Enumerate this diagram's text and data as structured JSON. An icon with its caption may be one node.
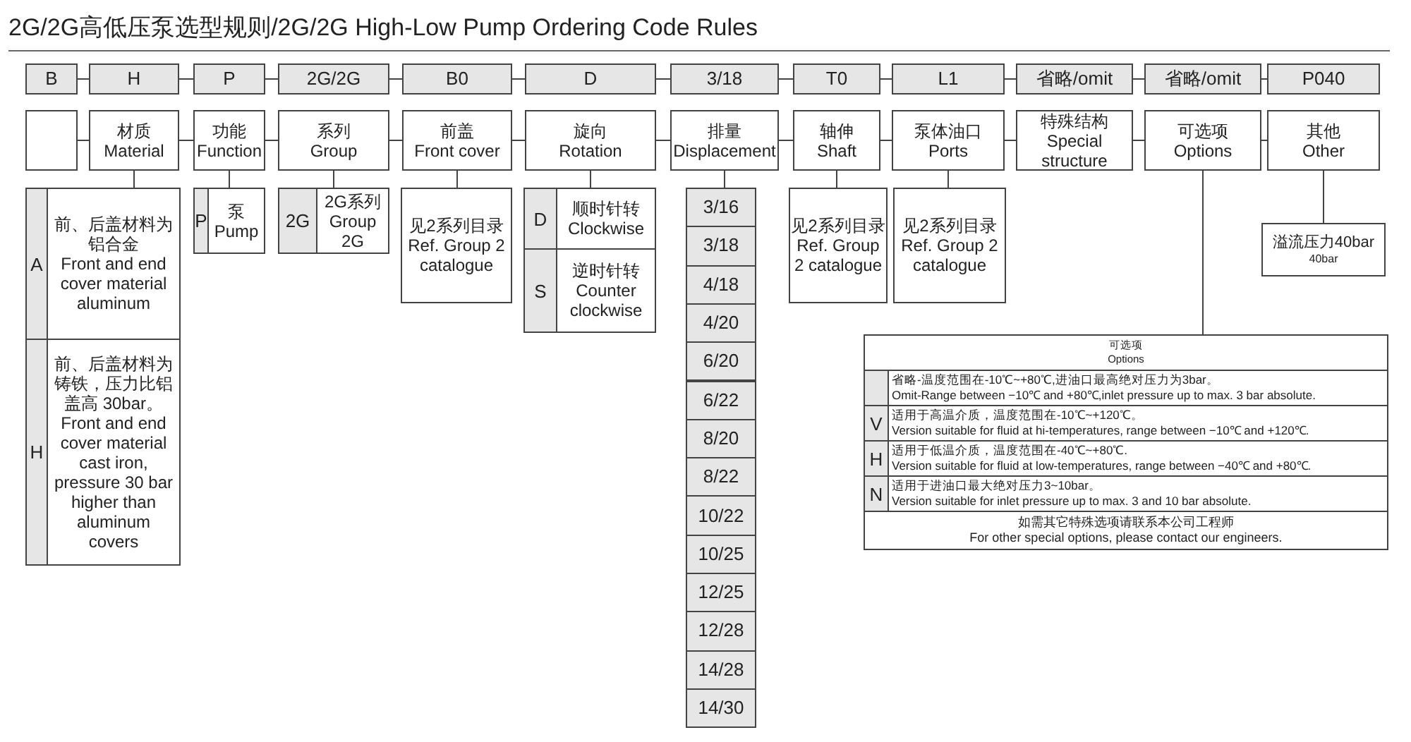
{
  "diagram": {
    "title": "2G/2G高低压泵选型规则/2G/2G High-Low Pump Ordering Code Rules",
    "nodes": [
      {
        "text": [
          "B"
        ]
      },
      {
        "text": [
          "H"
        ]
      },
      {
        "text": [
          "P"
        ]
      },
      {
        "text": [
          "2G/2G"
        ]
      },
      {
        "text": [
          "B0"
        ]
      },
      {
        "text": [
          "D"
        ]
      },
      {
        "text": [
          "3/18"
        ]
      },
      {
        "text": [
          "T0"
        ]
      },
      {
        "text": [
          "L1"
        ]
      },
      {
        "text": [
          "省略/omit"
        ]
      },
      {
        "text": [
          "省略/omit"
        ]
      },
      {
        "text": [
          "P040"
        ]
      },
      {
        "text": [],
        "shape": "box"
      },
      {
        "text": [
          "材质",
          "Material"
        ]
      },
      {
        "text": [
          "功能",
          "Function"
        ]
      },
      {
        "text": [
          "系列",
          "Group"
        ]
      },
      {
        "text": [
          "前盖",
          "Front cover"
        ]
      },
      {
        "text": [
          "旋向",
          "Rotation"
        ]
      },
      {
        "text": [
          "排量",
          "Displacement"
        ]
      },
      {
        "text": [
          "轴伸",
          "Shaft"
        ]
      },
      {
        "text": [
          "泵体油口",
          "Ports"
        ]
      },
      {
        "text": [
          "特殊结构",
          "Special structure"
        ]
      },
      {
        "text": [
          "可选项",
          "Options"
        ]
      },
      {
        "text": [
          "其他",
          "Other"
        ]
      },
      {
        "text": [
          "A",
          "前、后盖材料为铝合金",
          "Front and end cover material aluminum"
        ]
      },
      {
        "text": [
          "H",
          "前、后盖材料为铸铁，压力比铝盖高 30bar。",
          "Front and end cover material cast iron, pressure 30 bar higher than aluminum covers"
        ]
      },
      {
        "text": [
          "P",
          "泵",
          "Pump"
        ]
      },
      {
        "text": [
          "2G",
          "2G系列",
          "Group 2G"
        ]
      },
      {
        "text": [
          "见2系列目录",
          "Ref. Group 2 catalogue"
        ]
      },
      {
        "text": [
          "D",
          "顺时针转",
          "Clockwise"
        ]
      },
      {
        "text": [
          "S",
          "逆时针转",
          "Counter clockwise"
        ]
      },
      {
        "text": [
          "3/16"
        ]
      },
      {
        "text": [
          "3/18"
        ]
      },
      {
        "text": [
          "4/18"
        ]
      },
      {
        "text": [
          "4/20"
        ]
      },
      {
        "text": [
          "6/20"
        ]
      },
      {
        "text": [
          "6/22"
        ]
      },
      {
        "text": [
          "8/20"
        ]
      },
      {
        "text": [
          "8/22"
        ]
      },
      {
        "text": [
          "10/22"
        ]
      },
      {
        "text": [
          "10/25"
        ]
      },
      {
        "text": [
          "12/25"
        ]
      },
      {
        "text": [
          "12/28"
        ]
      },
      {
        "text": [
          "14/28"
        ]
      },
      {
        "text": [
          "14/30"
        ]
      },
      {
        "text": [
          "见2系列目录",
          "Ref. Group 2 catalogue"
        ]
      },
      {
        "text": [
          "见2系列目录",
          "Ref. Group 2 catalogue"
        ]
      },
      {
        "text": [
          "可选项",
          "Options",
          "如需其它特殊选项请联系本公司工程师",
          "For other special options, please contact our engineers."
        ]
      },
      {
        "text": [
          "省略-温度范围在-10℃~+80℃,进油口最高绝对压力为3bar。",
          "Omit-Range between −10℃ and +80℃,inlet pressure up to max. 3 bar absolute."
        ],
        "in": 47
      },
      {
        "text": [
          "V",
          "适用于高温介质，温度范围在-10℃~+120℃。",
          "Version suitable for fluid at hi-temperatures, range between −10℃ and +120℃."
        ],
        "in": 47
      },
      {
        "text": [
          "H",
          "适用于低温介质，温度范围在-40℃~+80℃.",
          "Version suitable for fluid at low-temperatures, range between −40℃ and +80℃."
        ],
        "in": 47
      },
      {
        "text": [
          "N",
          "适用于进油口最大绝对压力3~10bar。",
          "Version suitable for inlet pressure up to max. 3 and 10 bar absolute."
        ],
        "in": 47
      },
      {
        "text": [
          "溢流压力40bar",
          "40bar"
        ]
      }
    ],
    "edges": [
      {
        "from": 0,
        "to": 1,
        "arrow": "none"
      },
      {
        "from": 1,
        "to": 2,
        "arrow": "none"
      },
      {
        "from": 2,
        "to": 3,
        "arrow": "none"
      },
      {
        "from": 3,
        "to": 4,
        "arrow": "none"
      },
      {
        "from": 4,
        "to": 5,
        "arrow": "none"
      },
      {
        "from": 5,
        "to": 6,
        "arrow": "none"
      },
      {
        "from": 6,
        "to": 7,
        "arrow": "none"
      },
      {
        "from": 7,
        "to": 8,
        "arrow": "none"
      },
      {
        "from": 8,
        "to": 9,
        "arrow": "none"
      },
      {
        "from": 9,
        "to": 10,
        "arrow": "none"
      },
      {
        "from": 10,
        "to": 11,
        "arrow": "none"
      },
      {
        "from": 12,
        "to": 13,
        "arrow": "none"
      },
      {
        "from": 13,
        "to": 14,
        "arrow": "none"
      },
      {
        "from": 14,
        "to": 15,
        "arrow": "none"
      },
      {
        "from": 15,
        "to": 16,
        "arrow": "none"
      },
      {
        "from": 16,
        "to": 17,
        "arrow": "none"
      },
      {
        "from": 17,
        "to": 18,
        "arrow": "none"
      },
      {
        "from": 18,
        "to": 19,
        "arrow": "none"
      },
      {
        "from": 19,
        "to": 20,
        "arrow": "none"
      },
      {
        "from": 20,
        "to": 21,
        "arrow": "none"
      },
      {
        "from": 21,
        "to": 22,
        "arrow": "none"
      },
      {
        "from": 22,
        "to": 23,
        "arrow": "none"
      },
      {
        "from": 13,
        "to": 24,
        "arrow": "none"
      },
      {
        "from": 14,
        "to": 26,
        "arrow": "none"
      },
      {
        "from": 15,
        "to": 27,
        "arrow": "none"
      },
      {
        "from": 16,
        "to": 28,
        "arrow": "none"
      },
      {
        "from": 17,
        "to": 29,
        "arrow": "none"
      },
      {
        "from": 18,
        "to": 31,
        "arrow": "none"
      },
      {
        "from": 19,
        "to": 45,
        "arrow": "none"
      },
      {
        "from": 20,
        "to": 46,
        "arrow": "none"
      },
      {
        "from": 22,
        "to": 47,
        "arrow": "none"
      },
      {
        "from": 23,
        "to": 52,
        "arrow": "none"
      }
    ]
  }
}
